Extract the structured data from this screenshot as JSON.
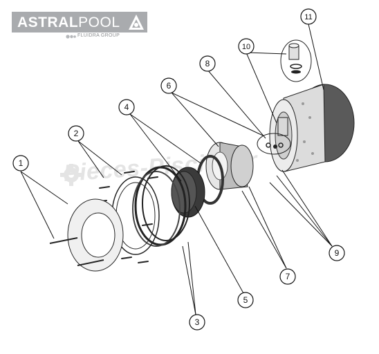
{
  "brand": {
    "name_bold": "ASTRAL",
    "name_light": "POOL",
    "group": "FLUIDRA GROUP"
  },
  "watermark": "Pieces-Piscine.fr",
  "callouts": [
    {
      "id": 1,
      "label": "1"
    },
    {
      "id": 2,
      "label": "2"
    },
    {
      "id": 3,
      "label": "3"
    },
    {
      "id": 4,
      "label": "4"
    },
    {
      "id": 5,
      "label": "5"
    },
    {
      "id": 6,
      "label": "6"
    },
    {
      "id": 7,
      "label": "7"
    },
    {
      "id": 8,
      "label": "8"
    },
    {
      "id": 9,
      "label": "9"
    },
    {
      "id": 10,
      "label": "10"
    },
    {
      "id": 11,
      "label": "11"
    }
  ],
  "colors": {
    "logo_bg": "#a9abae",
    "line": "#111111",
    "part_light": "#e9e9e9",
    "part_dark": "#4a4a4a"
  }
}
